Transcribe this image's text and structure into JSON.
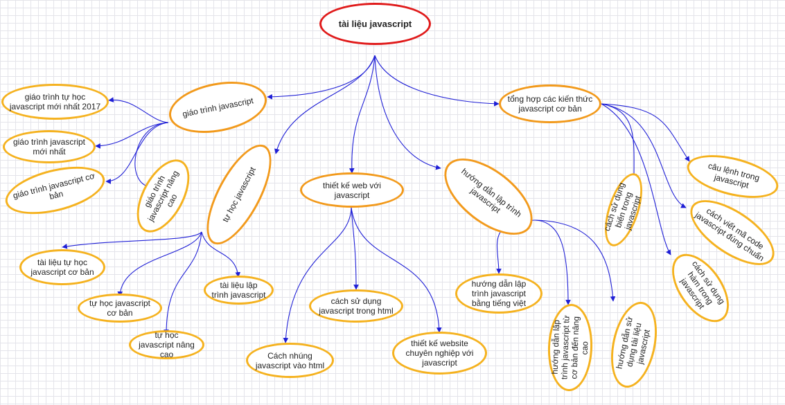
{
  "root": {
    "label": "tài liệu javascript"
  },
  "branches": {
    "giao_trinh": {
      "label": "giáo trình javascript",
      "children": [
        "giáo trình tự học javascript mới nhất 2017",
        "giáo trình javascript mới nhất",
        "giáo trình javascript cơ bản",
        "giáo trình javascript nâng cao"
      ]
    },
    "tu_hoc": {
      "label": "tự học javascript",
      "children": [
        "tài liệu tự học javascript cơ bản",
        "tự học javascript cơ bản",
        "tự học javascript nâng cao",
        "tài liệu lập trình javascript"
      ]
    },
    "thiet_ke_web": {
      "label": "thiết kế web với javascript",
      "children": [
        "Cách nhúng javascript vào html",
        "cách sử dụng javascript trong html",
        "thiết kế website chuyên nghiệp với javascript"
      ]
    },
    "huong_dan": {
      "label": "hướng dẫn lập trình javascript",
      "children": [
        "hướng dẫn lập trình javascript bằng tiếng việt",
        "hướng dẫn lập trình javascript từ cơ bản đến nâng cao",
        "hướng dẫn sử dụng tài liệu javascript"
      ]
    },
    "tong_hop": {
      "label": "tổng hợp các kiến thức javascript cơ bản",
      "children": [
        "cách sử dụng biến trong javascript",
        "câu lệnh trong javascript",
        "cách viết mã code javascript đúng chuẩn",
        "cách sử dụng hàm trong javascript"
      ]
    }
  },
  "colors": {
    "edge": "#1f1fd6",
    "root_border": "#e01b1b",
    "node_border": "#f5b21f"
  }
}
